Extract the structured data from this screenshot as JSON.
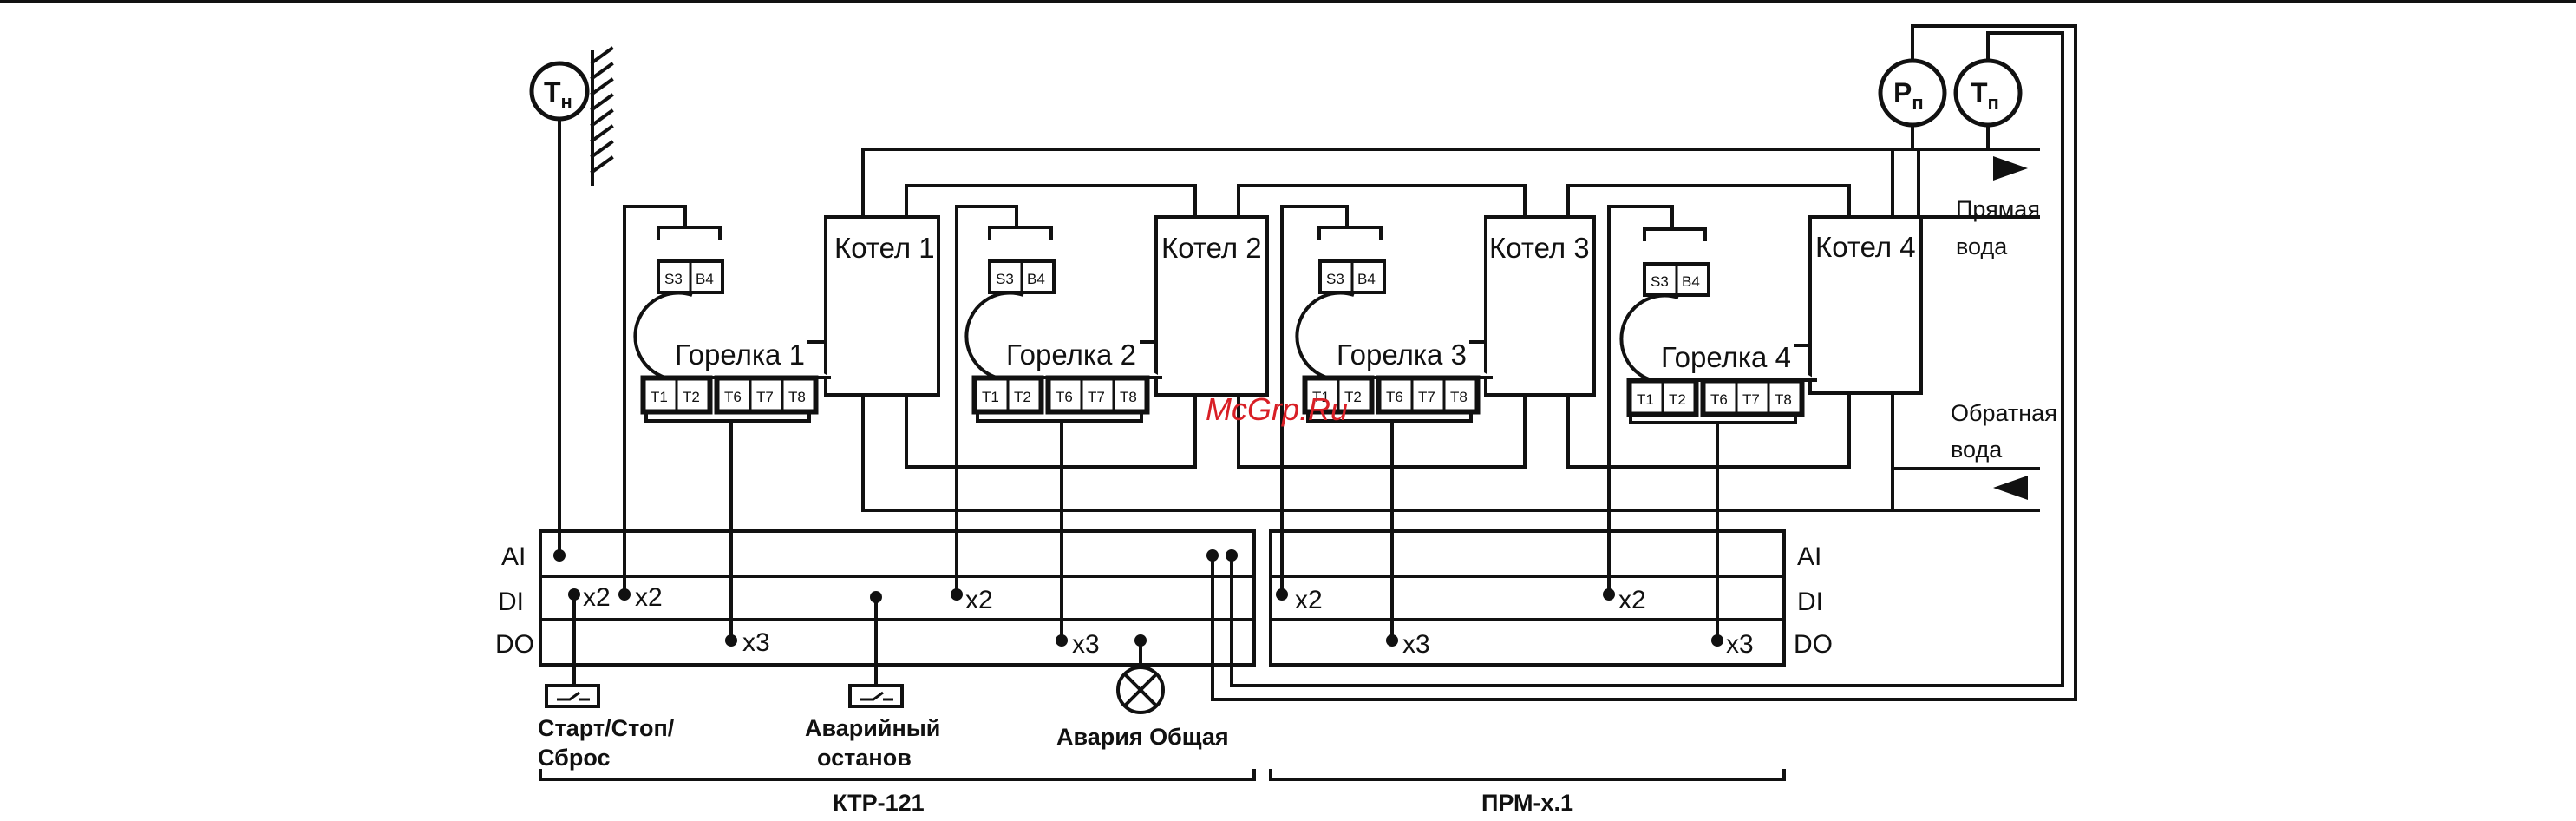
{
  "sensors": {
    "outdoor": {
      "main": "Т",
      "sub": "н"
    },
    "pressure": {
      "main": "Р",
      "sub": "п"
    },
    "supply_temp": {
      "main": "Т",
      "sub": "п"
    }
  },
  "boilers": [
    "Котел 1",
    "Котел 2",
    "Котел 3",
    "Котел 4"
  ],
  "burners": [
    "Горелка 1",
    "Горелка 2",
    "Горелка 3",
    "Горелка 4"
  ],
  "terminals": {
    "s3": "S3",
    "b4": "B4",
    "t1": "T1",
    "t2": "T2",
    "t6": "T6",
    "t7": "T7",
    "t8": "T8"
  },
  "pipes": {
    "supply_line1": "Прямая",
    "supply_line2": "вода",
    "return_line1": "Обратная",
    "return_line2": "вода"
  },
  "controller": {
    "rows": [
      "AI",
      "DI",
      "DO"
    ],
    "x2": "x2",
    "x3": "x3",
    "start_line1": "Старт/Стоп/",
    "start_line2": "Сброс",
    "estop_line1": "Аварийный",
    "estop_line2": "останов",
    "alarm": "Авария Общая",
    "name": "КТР-121"
  },
  "module": {
    "rows": [
      "AI",
      "DI",
      "DO"
    ],
    "name": "ПРМ-х.1"
  },
  "watermark": "McGrp.Ru"
}
